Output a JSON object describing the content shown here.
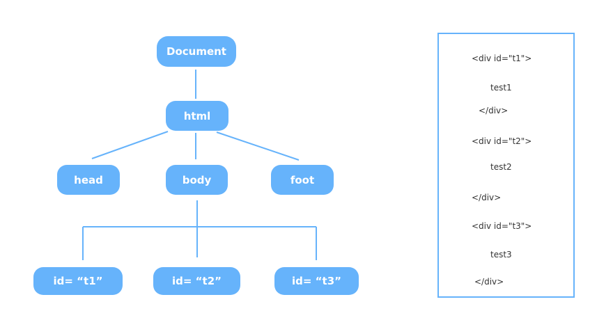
{
  "nodes": {
    "document": "Document",
    "html": "html",
    "head": "head",
    "body": "body",
    "foot": "foot",
    "t1": "id= “t1”",
    "t2": "id= “t2”",
    "t3": "id= “t3”"
  },
  "code_lines": [
    "<div id=\"t1\">",
    "test1",
    "</div>",
    "<div id=\"t2\">",
    "test2",
    "</div>",
    "<div id=\"t3\">",
    "test3",
    "</div>"
  ],
  "colors": {
    "node_fill": "#66b3fb",
    "node_text": "#ffffff",
    "connector": "#66b3fb",
    "panel_border": "#66b3fb",
    "code_text": "#333333"
  }
}
